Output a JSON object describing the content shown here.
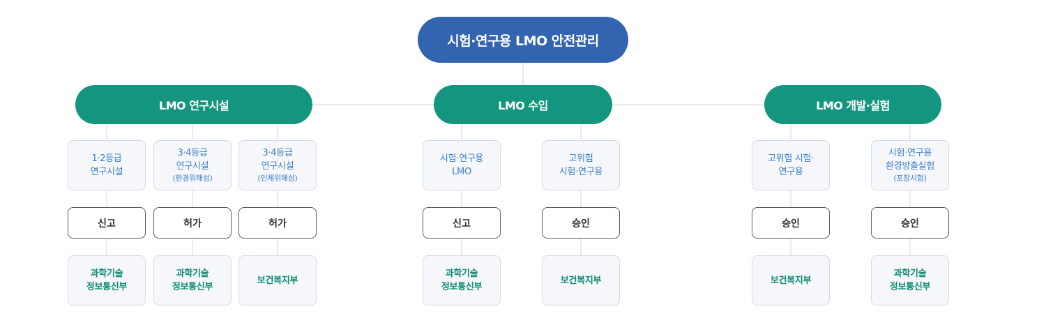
{
  "root": {
    "label": "시험·연구용 LMO 안전관리"
  },
  "categories": [
    {
      "label": "LMO 연구시설",
      "columns": [
        {
          "item_lines": [
            "1·2등급",
            "연구시설"
          ],
          "item_sub": "",
          "action": "신고",
          "agency_lines": [
            "과학기술",
            "정보통신부"
          ]
        },
        {
          "item_lines": [
            "3·4등급",
            "연구시설"
          ],
          "item_sub": "(환경위해성)",
          "action": "허가",
          "agency_lines": [
            "과학기술",
            "정보통신부"
          ]
        },
        {
          "item_lines": [
            "3·4등급",
            "연구시설"
          ],
          "item_sub": "(인체위해성)",
          "action": "허가",
          "agency_lines": [
            "보건복지부"
          ]
        }
      ]
    },
    {
      "label": "LMO 수입",
      "columns": [
        {
          "item_lines": [
            "시험·연구용",
            "LMO"
          ],
          "item_sub": "",
          "action": "신고",
          "agency_lines": [
            "과학기술",
            "정보통신부"
          ]
        },
        {
          "item_lines": [
            "고위험",
            "시험·연구용"
          ],
          "item_sub": "",
          "action": "승인",
          "agency_lines": [
            "보건복지부"
          ]
        }
      ]
    },
    {
      "label": "LMO 개발·실험",
      "columns": [
        {
          "item_lines": [
            "고위험 시험·",
            "연구용"
          ],
          "item_sub": "",
          "action": "승인",
          "agency_lines": [
            "보건복지부"
          ]
        },
        {
          "item_lines": [
            "시험·연구용",
            "환경방출실험"
          ],
          "item_sub": "(포장시험)",
          "action": "승인",
          "agency_lines": [
            "과학기술",
            "정보통신부"
          ]
        }
      ]
    }
  ],
  "colors": {
    "root": "#3264b0",
    "category": "#13957f",
    "item_text": "#3d7fc7",
    "agency_text": "#0f8a74",
    "connector": "#cfd6de"
  }
}
